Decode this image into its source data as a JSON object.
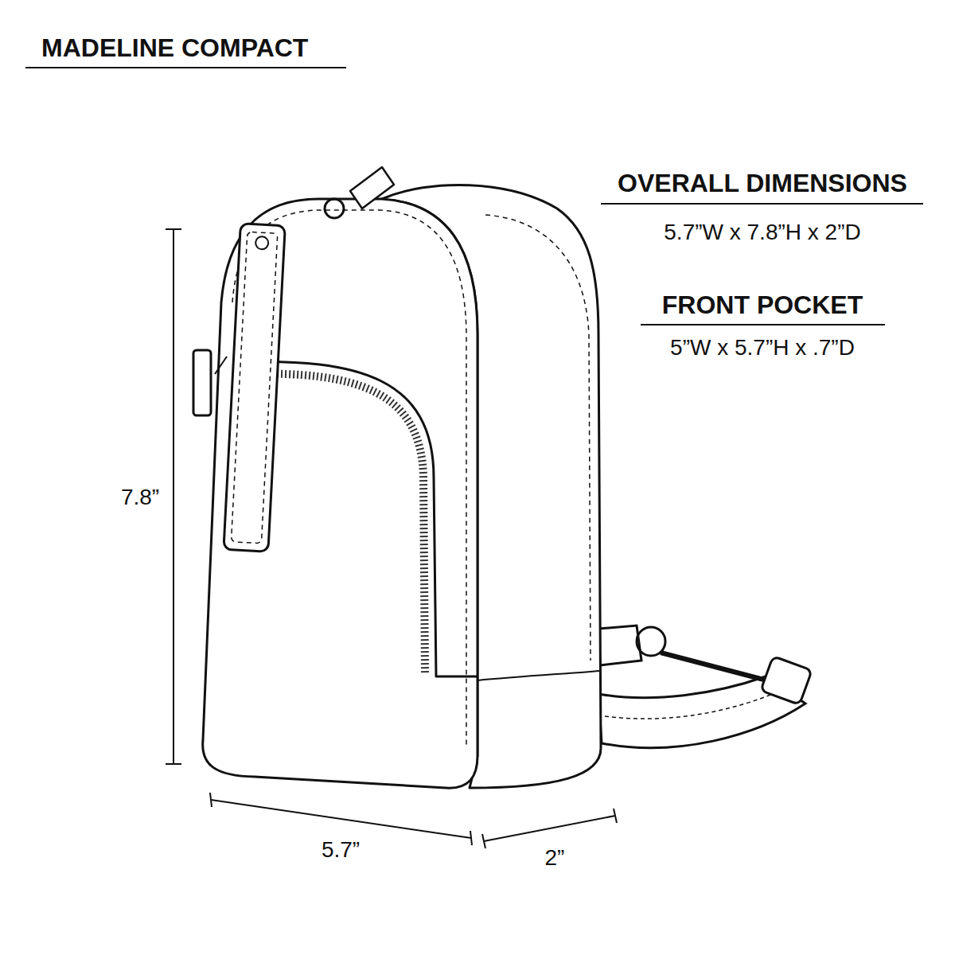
{
  "diagram": {
    "title": "MADELINE COMPACT",
    "labels": [
      "OVERALL DIMENSIONS",
      "5.7”W x 7.8”H x 2”D",
      "FRONT POCKET",
      "5”W x 5.7”H x .7”D",
      "7.8”",
      "5.7”",
      "2”"
    ]
  }
}
